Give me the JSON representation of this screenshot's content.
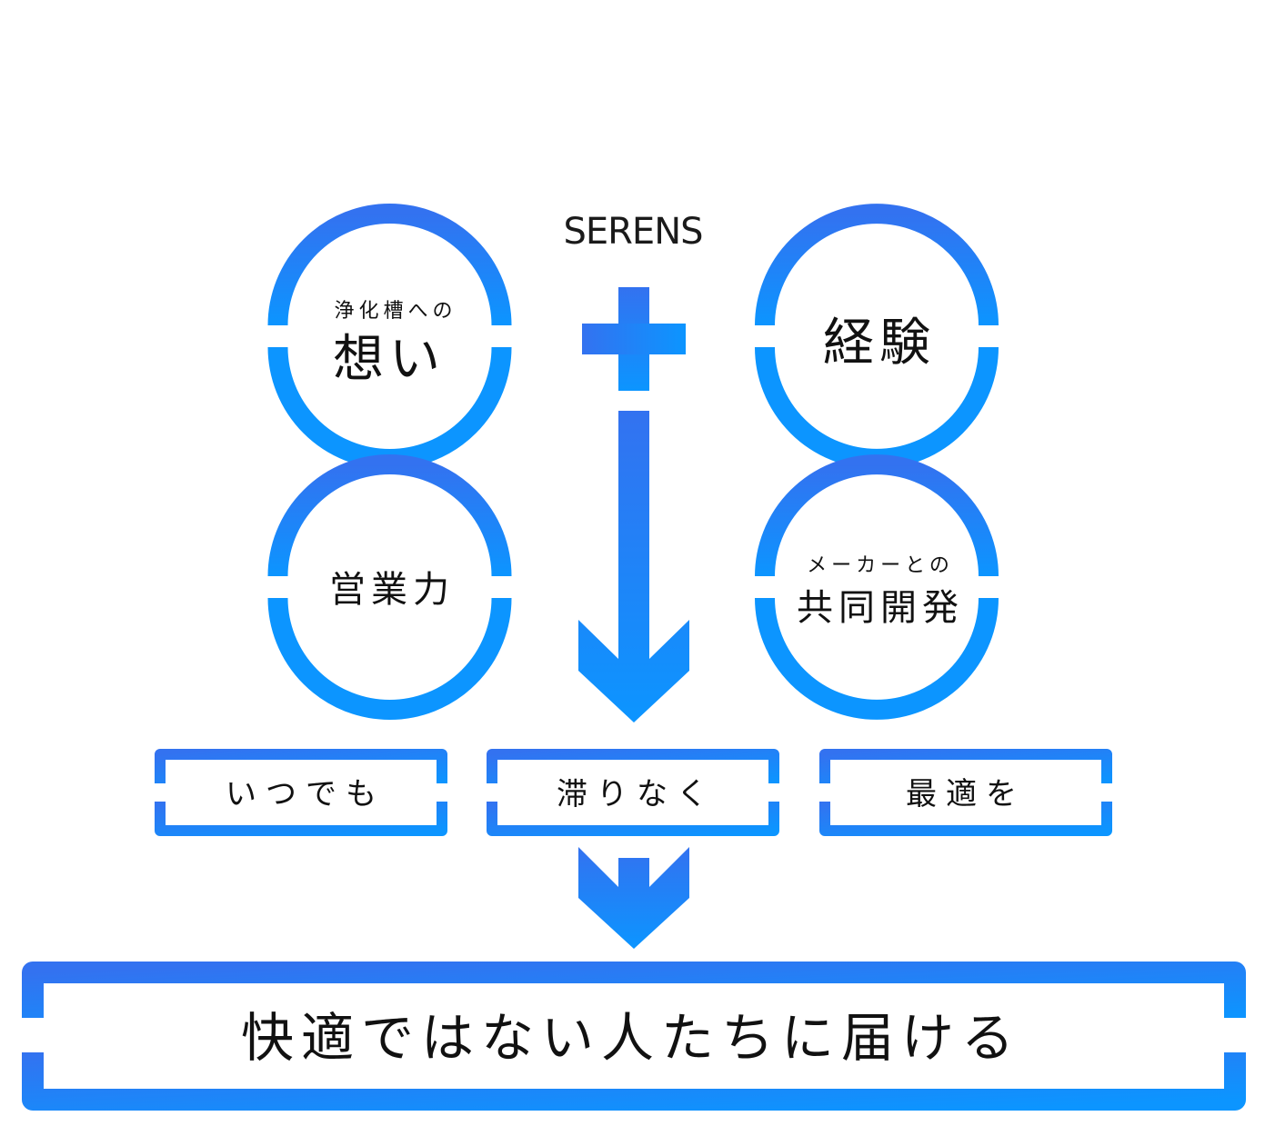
{
  "brand": "SERENS",
  "colors": {
    "gradient_start": "#3372f0",
    "gradient_end": "#0c95ff",
    "text": "#111111",
    "background": "#ffffff"
  },
  "circles": {
    "top_left": {
      "small": "浄化槽への",
      "large": "想い"
    },
    "top_right": {
      "large": "経験"
    },
    "bottom_left": {
      "large": "営業力"
    },
    "bottom_right": {
      "small": "メーカーとの",
      "large": "共同開発"
    }
  },
  "qualities": [
    "いつでも",
    "滞りなく",
    "最適を"
  ],
  "result": "快適ではない人たちに届ける",
  "icons": [
    "plus-icon",
    "down-arrow-icon"
  ]
}
